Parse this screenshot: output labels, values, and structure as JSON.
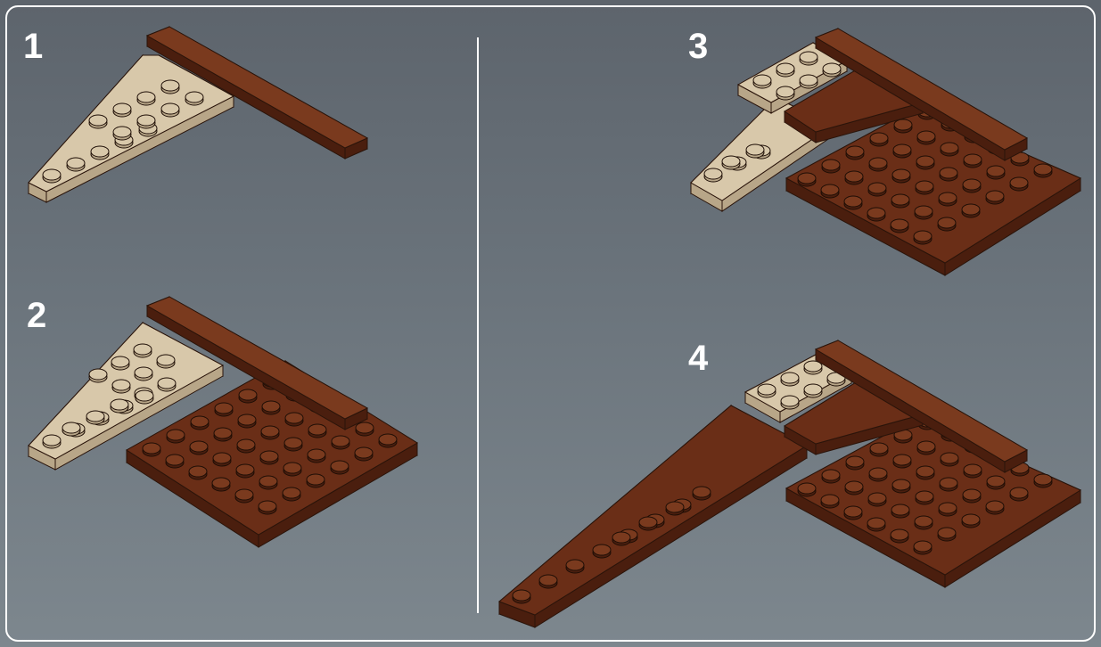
{
  "steps": [
    {
      "number": "1",
      "parts": [
        "tan-wedge-plate",
        "brown-plate-1x10"
      ]
    },
    {
      "number": "2",
      "parts": [
        "tan-wedge-plate",
        "brown-plate-1x10",
        "brown-plate-6x8"
      ]
    },
    {
      "number": "3",
      "parts": [
        "tan-wedge-plate",
        "brown-plate-1x10",
        "brown-plate-6x8",
        "tan-plate",
        "brown-wedge-plate"
      ]
    },
    {
      "number": "4",
      "parts": [
        "tan-plate",
        "brown-plate-1x10",
        "brown-plate-6x8",
        "brown-wedge-plate",
        "brown-long-wing"
      ]
    }
  ],
  "colors": {
    "tan": "#d8c8aa",
    "tan_dark": "#b8a688",
    "brown": "#6a2e17",
    "brown_dark": "#4a1e0e",
    "brown_light": "#7a3a1e",
    "background_top": "#5d646c",
    "background_bottom": "#7d878e",
    "frame": "#ffffff"
  }
}
